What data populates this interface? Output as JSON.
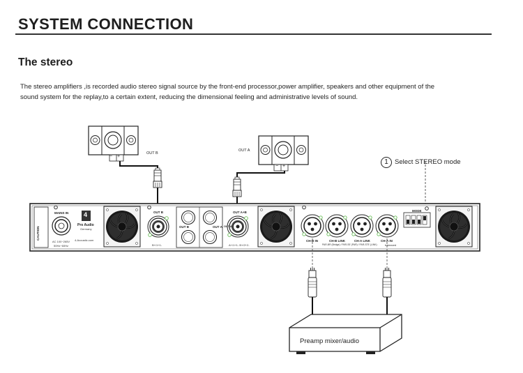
{
  "header": {
    "title": "SYSTEM CONNECTION"
  },
  "section": {
    "title": "The stereo"
  },
  "description": {
    "line1": "The stereo amplifiers ,is recorded audio stereo signal source by the front-end processor,power amplifier, speakers and other equipment of the",
    "line2": "sound system for the replay,to a certain extent, reducing the dimensional feeling and administrative levels of sound."
  },
  "speakers": {
    "left": {
      "output_label": "OUT B",
      "minus": "−",
      "plus": "+"
    },
    "right": {
      "output_label": "OUT A",
      "minus": "−",
      "plus": "+"
    }
  },
  "callout": {
    "number": "1",
    "text": "Select STEREO mode"
  },
  "panel": {
    "mains_label": "MAINS IN",
    "caution_label": "CAUTION",
    "power_spec_1": "AC 100~265V",
    "power_spec_2": "50Hz~60Hz",
    "brand_number": "4",
    "brand_line_1": "Pro Audio",
    "brand_line_2": "Germany",
    "brand_site": "4-Acoustic.com",
    "out_b_label": "OUT B",
    "out_b_pins": "B+/1+1-",
    "binding_b_label": "OUT B",
    "binding_a_label": "OUT A",
    "out_a_label": "OUT A",
    "out_ab_label": "OUT A+B",
    "out_a_pins": "A+/1+1-  B+/2+2-",
    "ch_b_in": "CH-B IN",
    "ch_b_link": "CH-B LINK",
    "ch_a_link": "CH-A LINK",
    "ch_a_in": "CH-A IN",
    "link_note": "PAR-BR (Bridge) / PAR-SE (PAR) / PAR-STE (LINK)",
    "balanced_note": "balanced",
    "mode_label": "MODE"
  },
  "source": {
    "label": "Preamp mixer/audio"
  }
}
